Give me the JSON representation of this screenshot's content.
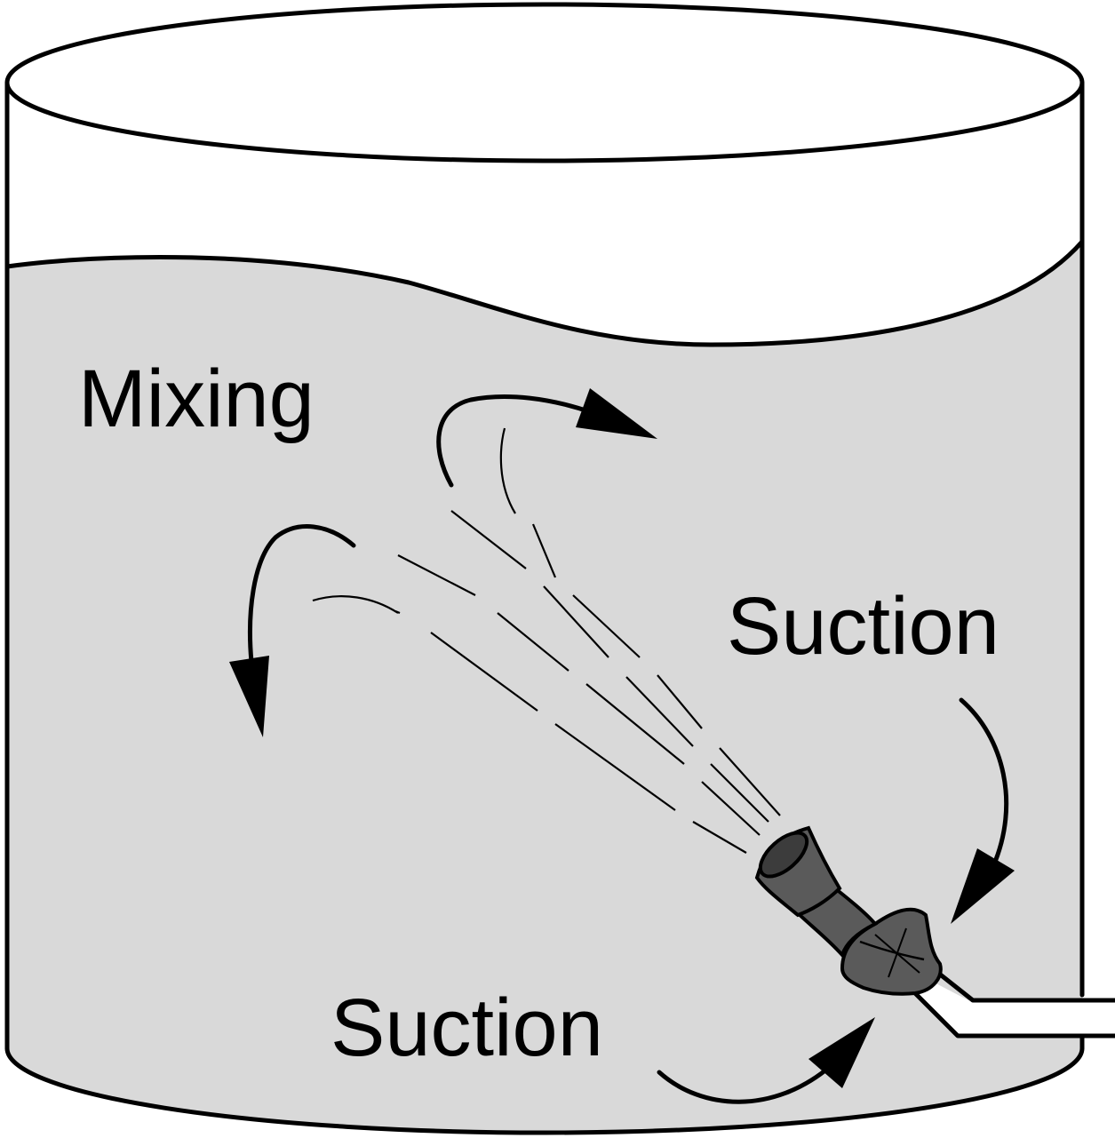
{
  "labels": {
    "mixing": "Mixing",
    "suction_right": "Suction",
    "suction_bottom": "Suction"
  },
  "colors": {
    "liquid": "#d9d9d9",
    "nozzle": "#5a5a5a",
    "outline": "#000000",
    "background": "#ffffff"
  },
  "icons": {
    "tank": "cylinder-tank-icon",
    "nozzle": "eductor-nozzle-icon"
  }
}
